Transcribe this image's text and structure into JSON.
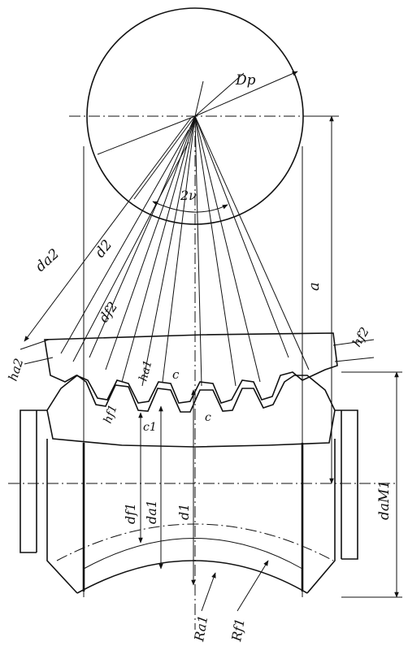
{
  "labels": {
    "D_p": "Dp",
    "two_nu": "2ν",
    "d_a2": "da2",
    "d_2": "d2",
    "d_f2": "df2",
    "a": "a",
    "h_a2": "ha2",
    "h_f2": "hf2",
    "h_a1": "ha1",
    "h_f1": "hf1",
    "c": "c",
    "c_1": "c1",
    "c_dup": "c",
    "d_f1": "df1",
    "d_a1": "da1",
    "d_1": "d1",
    "d_aM1": "daM1",
    "R_a1": "Ra1",
    "R_f1": "Rf1"
  }
}
